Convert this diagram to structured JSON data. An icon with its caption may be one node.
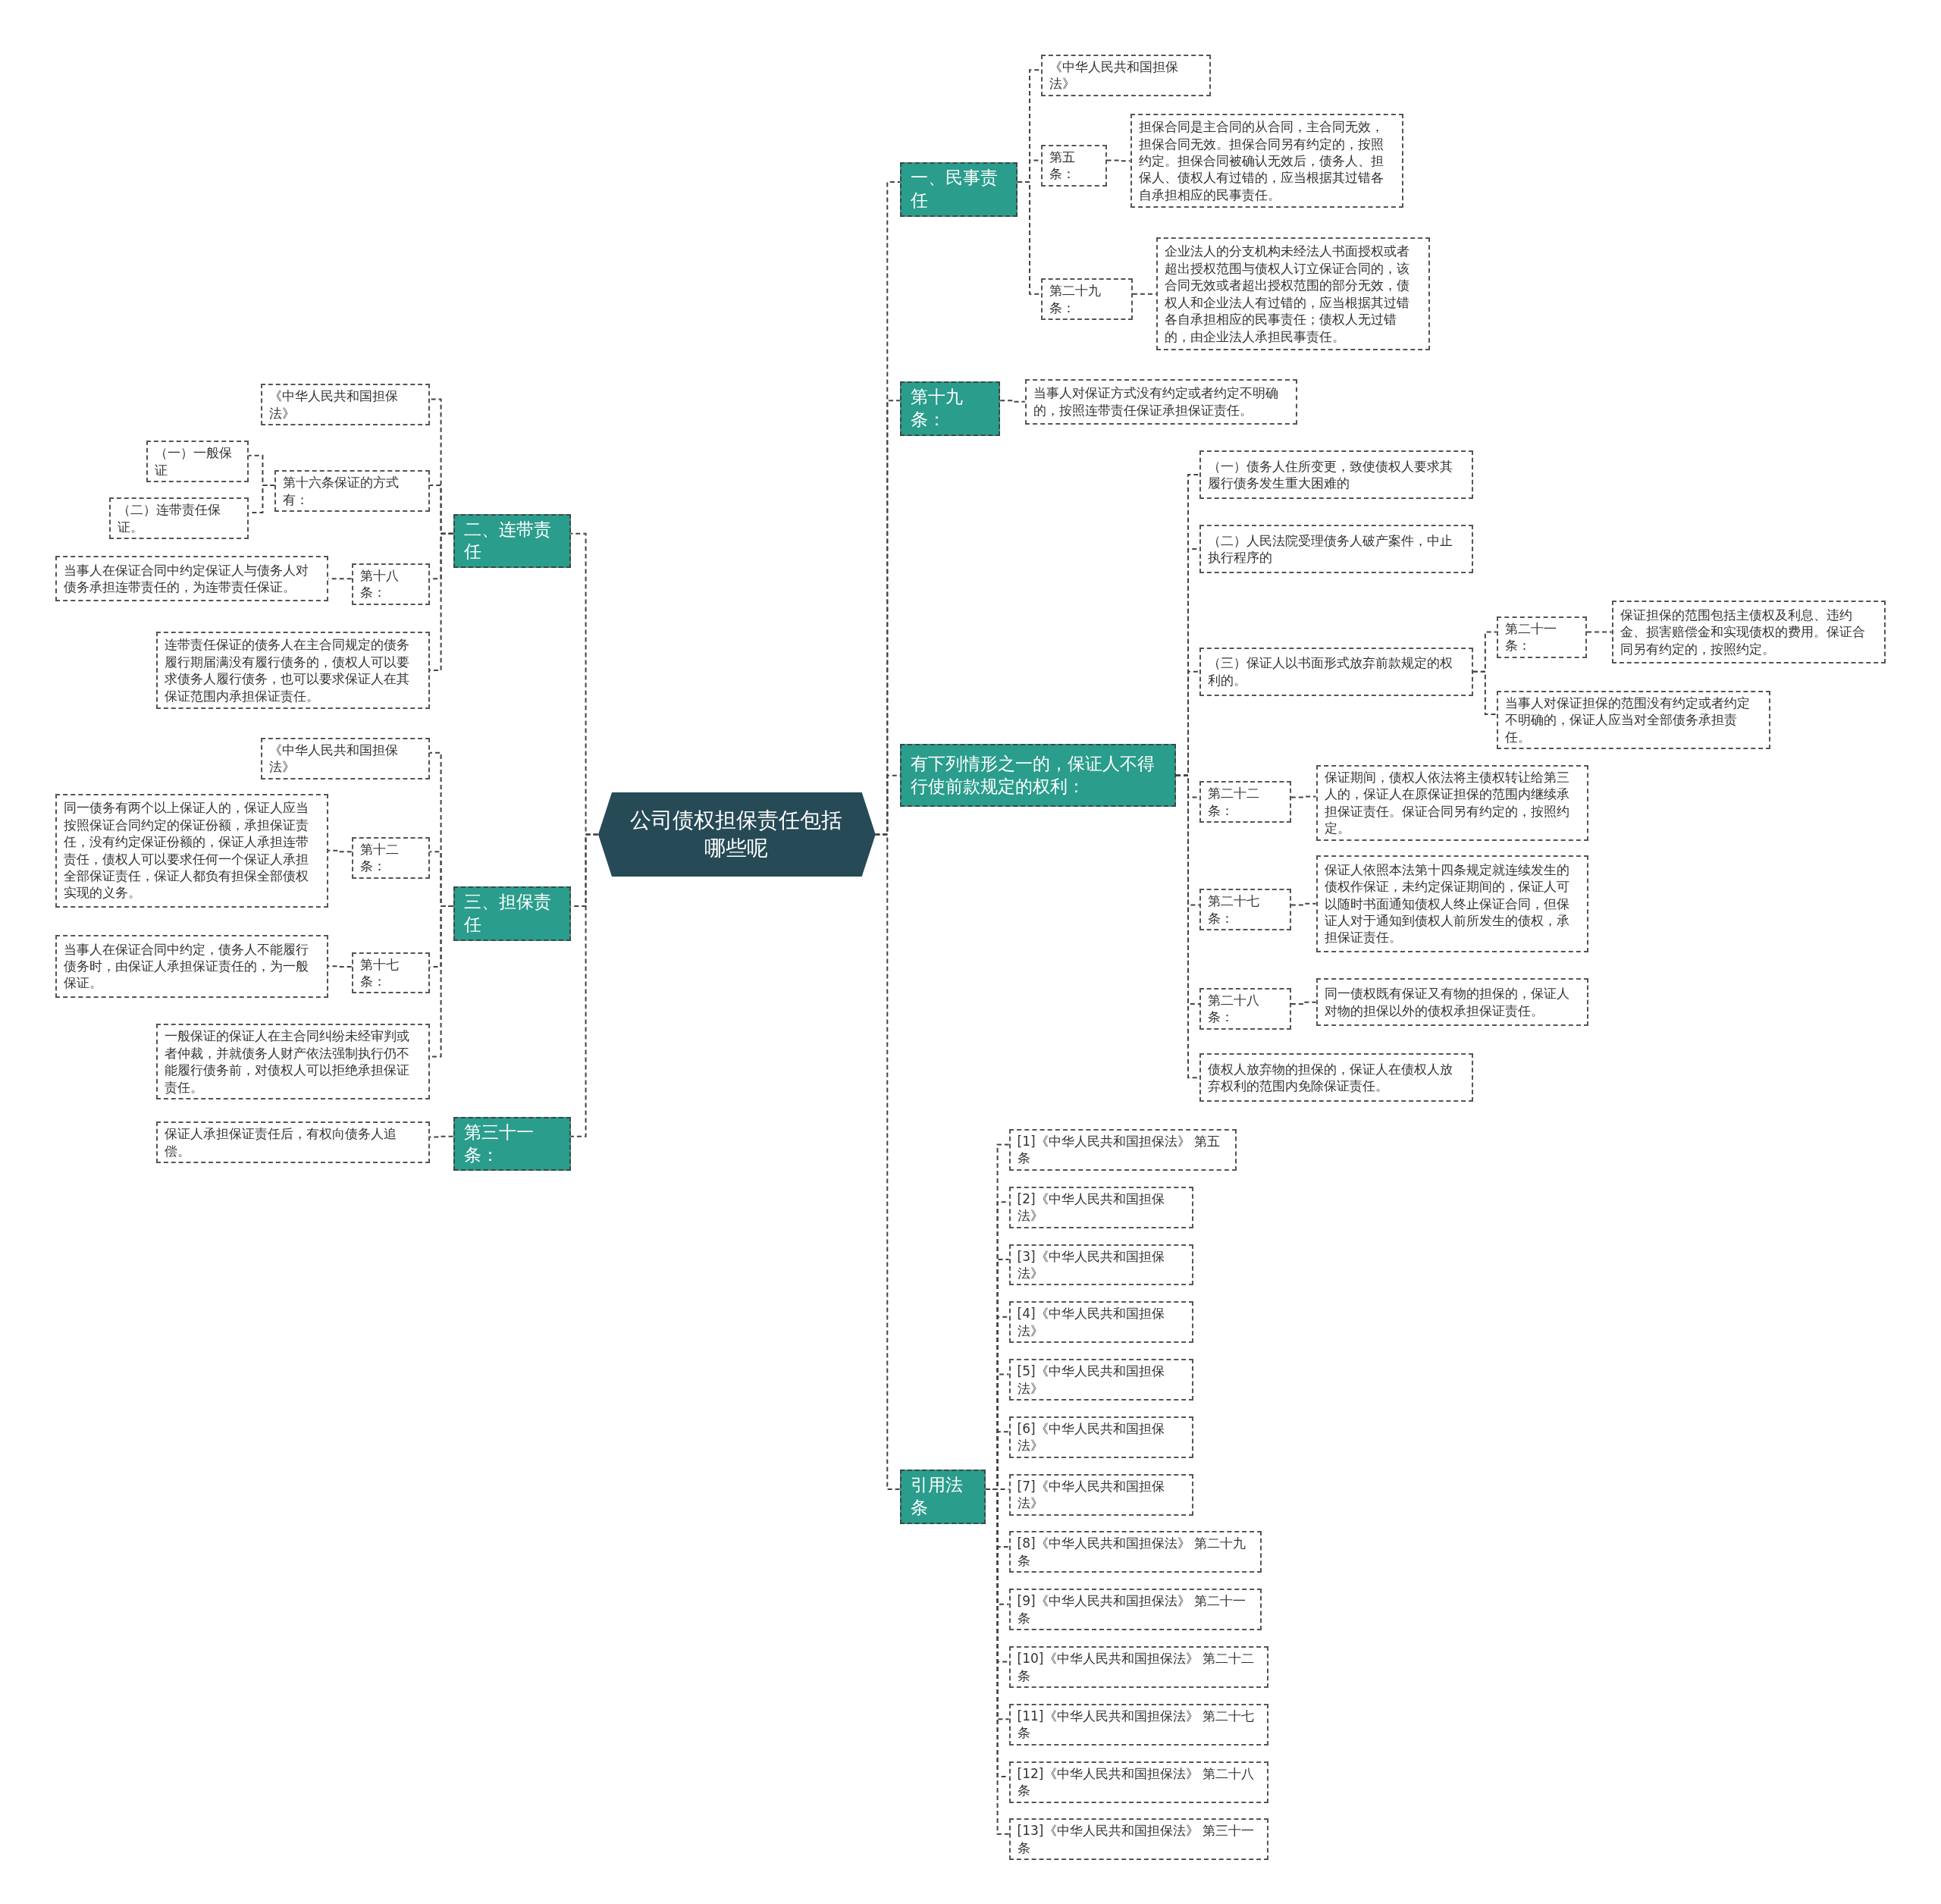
{
  "diagram": {
    "nodes": [
      {
        "text": [
          "公司债权担保责任包括哪些呢"
        ]
      },
      {
        "text": [
          "一、民事责任"
        ]
      },
      {
        "text": [
          "《中华人民共和国担保法》"
        ]
      },
      {
        "text": [
          "第五条："
        ]
      },
      {
        "text": [
          "担保合同是主合同的从合同，主合同无效，担保合同无效。担保合同另有约定的，按照约定。担保合同被确认无效后，债务人、担保人、债权人有过错的，应当根据其过错各自承担相应的民事责任。"
        ]
      },
      {
        "text": [
          "第二十九条："
        ]
      },
      {
        "text": [
          "企业法人的分支机构未经法人书面授权或者超出授权范围与债权人订立保证合同的，该合同无效或者超出授权范围的部分无效，债权人和企业法人有过错的，应当根据其过错各自承担相应的民事责任；债权人无过错的，由企业法人承担民事责任。"
        ]
      },
      {
        "text": [
          "第十九条："
        ]
      },
      {
        "text": [
          "当事人对保证方式没有约定或者约定不明确的，按照连带责任保证承担保证责任。"
        ]
      },
      {
        "text": [
          "有下列情形之一的，保证人不得行使前款规定的权利："
        ]
      },
      {
        "text": [
          "（一）债务人住所变更，致使债权人要求其履行债务发生重大困难的"
        ]
      },
      {
        "text": [
          "（二）人民法院受理债务人破产案件，中止执行程序的"
        ]
      },
      {
        "text": [
          "（三）保证人以书面形式放弃前款规定的权利的。"
        ]
      },
      {
        "text": [
          "第二十一条："
        ]
      },
      {
        "text": [
          "保证担保的范围包括主债权及利息、违约金、损害赔偿金和实现债权的费用。保证合同另有约定的，按照约定。"
        ]
      },
      {
        "text": [
          "当事人对保证担保的范围没有约定或者约定不明确的，保证人应当对全部债务承担责任。"
        ]
      },
      {
        "text": [
          "第二十二条："
        ]
      },
      {
        "text": [
          "保证期间，债权人依法将主债权转让给第三人的，保证人在原保证担保的范围内继续承担保证责任。保证合同另有约定的，按照约定。"
        ]
      },
      {
        "text": [
          "第二十七条："
        ]
      },
      {
        "text": [
          "保证人依照本法第十四条规定就连续发生的债权作保证，未约定保证期间的，保证人可以随时书面通知债权人终止保证合同，但保证人对于通知到债权人前所发生的债权，承担保证责任。"
        ]
      },
      {
        "text": [
          "第二十八条："
        ]
      },
      {
        "text": [
          "同一债权既有保证又有物的担保的，保证人对物的担保以外的债权承担保证责任。"
        ]
      },
      {
        "text": [
          "债权人放弃物的担保的，保证人在债权人放弃权利的范围内免除保证责任。"
        ]
      },
      {
        "text": [
          "引用法条"
        ]
      },
      {
        "text": [
          "[1]《中华人民共和国担保法》 第五条"
        ]
      },
      {
        "text": [
          "[2]《中华人民共和国担保法》"
        ]
      },
      {
        "text": [
          "[3]《中华人民共和国担保法》"
        ]
      },
      {
        "text": [
          "[4]《中华人民共和国担保法》"
        ]
      },
      {
        "text": [
          "[5]《中华人民共和国担保法》"
        ]
      },
      {
        "text": [
          "[6]《中华人民共和国担保法》"
        ]
      },
      {
        "text": [
          "[7]《中华人民共和国担保法》"
        ]
      },
      {
        "text": [
          "[8]《中华人民共和国担保法》 第二十九条"
        ]
      },
      {
        "text": [
          "[9]《中华人民共和国担保法》 第二十一条"
        ]
      },
      {
        "text": [
          "[10]《中华人民共和国担保法》 第二十二条"
        ]
      },
      {
        "text": [
          "[11]《中华人民共和国担保法》 第二十七条"
        ]
      },
      {
        "text": [
          "[12]《中华人民共和国担保法》 第二十八条"
        ]
      },
      {
        "text": [
          "[13]《中华人民共和国担保法》 第三十一条"
        ]
      },
      {
        "text": [
          "二、连带责任"
        ]
      },
      {
        "text": [
          "《中华人民共和国担保法》"
        ]
      },
      {
        "text": [
          "第十六条保证的方式有："
        ]
      },
      {
        "text": [
          "（一）一般保证"
        ]
      },
      {
        "text": [
          "（二）连带责任保证。"
        ]
      },
      {
        "text": [
          "第十八条："
        ]
      },
      {
        "text": [
          "当事人在保证合同中约定保证人与债务人对债务承担连带责任的，为连带责任保证。"
        ]
      },
      {
        "text": [
          "连带责任保证的债务人在主合同规定的债务履行期届满没有履行债务的，债权人可以要求债务人履行债务，也可以要求保证人在其保证范围内承担保证责任。"
        ]
      },
      {
        "text": [
          "三、担保责任"
        ]
      },
      {
        "text": [
          "《中华人民共和国担保法》"
        ]
      },
      {
        "text": [
          "第十二条："
        ]
      },
      {
        "text": [
          "同一债务有两个以上保证人的，保证人应当按照保证合同约定的保证份额，承担保证责任，没有约定保证份额的，保证人承担连带责任，债权人可以要求任何一个保证人承担全部保证责任，保证人都负有担保全部债权实现的义务。"
        ]
      },
      {
        "text": [
          "第十七条："
        ]
      },
      {
        "text": [
          "当事人在保证合同中约定，债务人不能履行债务时，由保证人承担保证责任的，为一般保证。"
        ]
      },
      {
        "text": [
          "一般保证的保证人在主合同纠纷未经审判或者仲裁，并就债务人财产依法强制执行仍不能履行债务前，对债权人可以拒绝承担保证责任。"
        ]
      },
      {
        "text": [
          "第三十一条："
        ]
      },
      {
        "text": [
          "保证人承担保证责任后，有权向债务人追偿。"
        ]
      }
    ],
    "edges": [
      {
        "from": 0,
        "to": 1,
        "arrow": "none"
      },
      {
        "from": 1,
        "to": 2,
        "arrow": "none"
      },
      {
        "from": 1,
        "to": 3,
        "arrow": "none"
      },
      {
        "from": 3,
        "to": 4,
        "arrow": "none"
      },
      {
        "from": 1,
        "to": 5,
        "arrow": "none"
      },
      {
        "from": 5,
        "to": 6,
        "arrow": "none"
      },
      {
        "from": 0,
        "to": 7,
        "arrow": "none"
      },
      {
        "from": 7,
        "to": 8,
        "arrow": "none"
      },
      {
        "from": 0,
        "to": 9,
        "arrow": "none"
      },
      {
        "from": 9,
        "to": 10,
        "arrow": "none"
      },
      {
        "from": 9,
        "to": 11,
        "arrow": "none"
      },
      {
        "from": 9,
        "to": 12,
        "arrow": "none"
      },
      {
        "from": 12,
        "to": 13,
        "arrow": "none"
      },
      {
        "from": 13,
        "to": 14,
        "arrow": "none"
      },
      {
        "from": 12,
        "to": 15,
        "arrow": "none"
      },
      {
        "from": 9,
        "to": 16,
        "arrow": "none"
      },
      {
        "from": 16,
        "to": 17,
        "arrow": "none"
      },
      {
        "from": 9,
        "to": 18,
        "arrow": "none"
      },
      {
        "from": 18,
        "to": 19,
        "arrow": "none"
      },
      {
        "from": 9,
        "to": 20,
        "arrow": "none"
      },
      {
        "from": 20,
        "to": 21,
        "arrow": "none"
      },
      {
        "from": 9,
        "to": 22,
        "arrow": "none"
      },
      {
        "from": 0,
        "to": 23,
        "arrow": "none"
      },
      {
        "from": 23,
        "to": 24,
        "arrow": "none"
      },
      {
        "from": 23,
        "to": 25,
        "arrow": "none"
      },
      {
        "from": 23,
        "to": 26,
        "arrow": "none"
      },
      {
        "from": 23,
        "to": 27,
        "arrow": "none"
      },
      {
        "from": 23,
        "to": 28,
        "arrow": "none"
      },
      {
        "from": 23,
        "to": 29,
        "arrow": "none"
      },
      {
        "from": 23,
        "to": 30,
        "arrow": "none"
      },
      {
        "from": 23,
        "to": 31,
        "arrow": "none"
      },
      {
        "from": 23,
        "to": 32,
        "arrow": "none"
      },
      {
        "from": 23,
        "to": 33,
        "arrow": "none"
      },
      {
        "from": 23,
        "to": 34,
        "arrow": "none"
      },
      {
        "from": 23,
        "to": 35,
        "arrow": "none"
      },
      {
        "from": 23,
        "to": 36,
        "arrow": "none"
      },
      {
        "from": 0,
        "to": 37,
        "arrow": "none"
      },
      {
        "from": 37,
        "to": 38,
        "arrow": "none"
      },
      {
        "from": 37,
        "to": 39,
        "arrow": "none"
      },
      {
        "from": 39,
        "to": 40,
        "arrow": "none"
      },
      {
        "from": 39,
        "to": 41,
        "arrow": "none"
      },
      {
        "from": 37,
        "to": 42,
        "arrow": "none"
      },
      {
        "from": 42,
        "to": 43,
        "arrow": "none"
      },
      {
        "from": 37,
        "to": 44,
        "arrow": "none"
      },
      {
        "from": 0,
        "to": 45,
        "arrow": "none"
      },
      {
        "from": 45,
        "to": 46,
        "arrow": "none"
      },
      {
        "from": 45,
        "to": 47,
        "arrow": "none"
      },
      {
        "from": 47,
        "to": 48,
        "arrow": "none"
      },
      {
        "from": 45,
        "to": 49,
        "arrow": "none"
      },
      {
        "from": 49,
        "to": 50,
        "arrow": "none"
      },
      {
        "from": 45,
        "to": 51,
        "arrow": "none"
      },
      {
        "from": 0,
        "to": 52,
        "arrow": "none"
      },
      {
        "from": 52,
        "to": 53,
        "arrow": "none"
      }
    ]
  }
}
